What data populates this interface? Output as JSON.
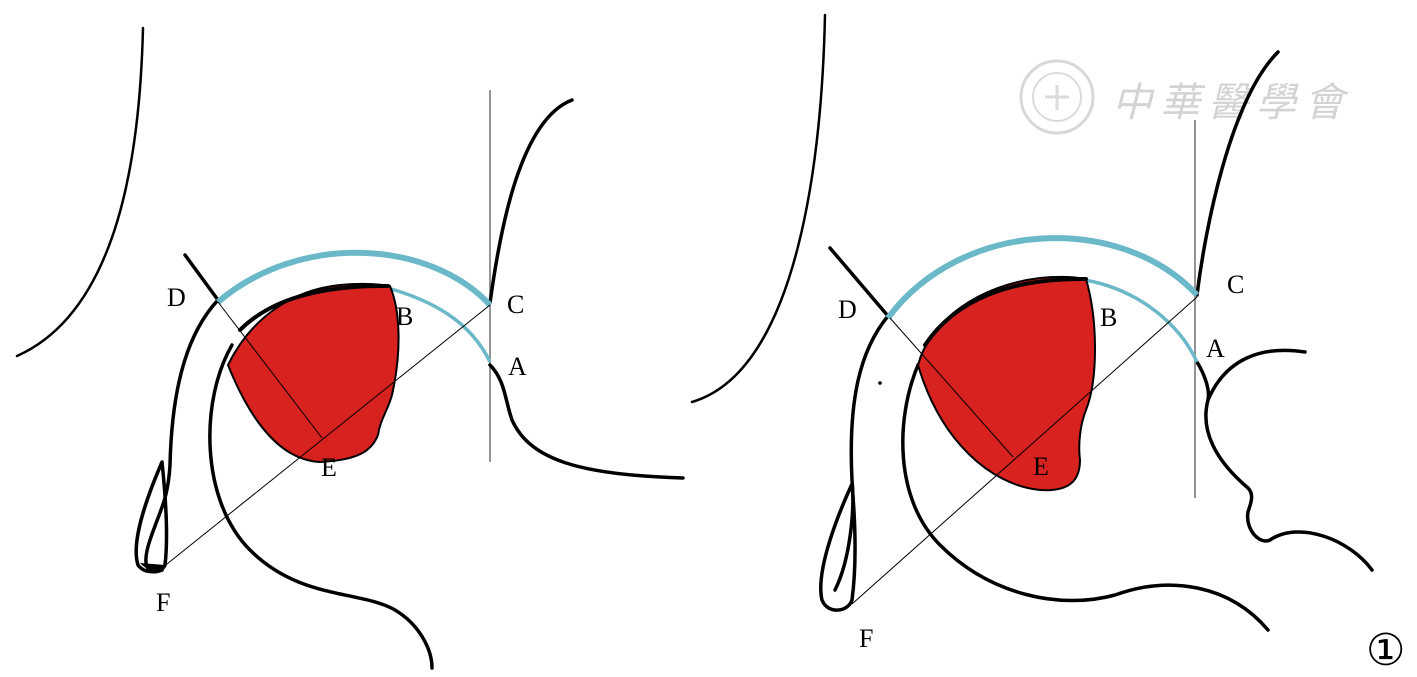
{
  "watermark": {
    "text": "中華醫學會"
  },
  "figure_number": "①",
  "left_panel": {
    "labels": {
      "A": "A",
      "B": "B",
      "C": "C",
      "D": "D",
      "E": "E",
      "F": "F"
    }
  },
  "right_panel": {
    "labels": {
      "A": "A",
      "B": "B",
      "C": "C",
      "D": "D",
      "E": "E",
      "F": "F"
    }
  },
  "colors": {
    "cyan_arc": "#6ab8c8",
    "red_region": "#d7221f",
    "outline": "#000000",
    "reference_line": "#7a7a7a"
  }
}
